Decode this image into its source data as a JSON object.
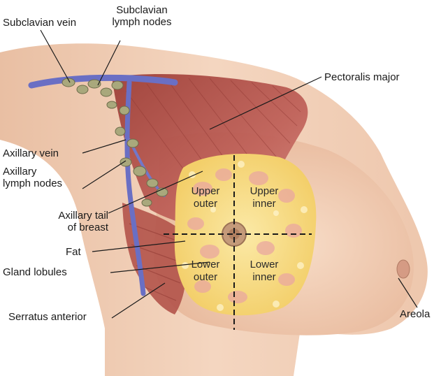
{
  "labels": {
    "subclavian_vein": "Subclavian vein",
    "subclavian_nodes_1": "Subclavian",
    "subclavian_nodes_2": "lymph nodes",
    "pectoralis_major": "Pectoralis major",
    "axillary_vein": "Axillary vein",
    "axillary_nodes_1": "Axillary",
    "axillary_nodes_2": "lymph nodes",
    "axillary_tail_1": "Axillary tail",
    "axillary_tail_2": "of breast",
    "fat": "Fat",
    "gland_lobules": "Gland lobules",
    "serratus_anterior": "Serratus anterior",
    "areola": "Areola"
  },
  "quadrants": {
    "upper_outer_1": "Upper",
    "upper_outer_2": "outer",
    "upper_inner_1": "Upper",
    "upper_inner_2": "inner",
    "lower_outer_1": "Lower",
    "lower_outer_2": "outer",
    "lower_inner_1": "Lower",
    "lower_inner_2": "inner"
  },
  "colors": {
    "skin": "#f2cfb6",
    "muscle": "#b5534a",
    "vein": "#6a6fc4",
    "node": "#a9a87c",
    "fat": "#f7e08a",
    "gland": "#e8a0a0",
    "areola": "#c49a7a"
  }
}
